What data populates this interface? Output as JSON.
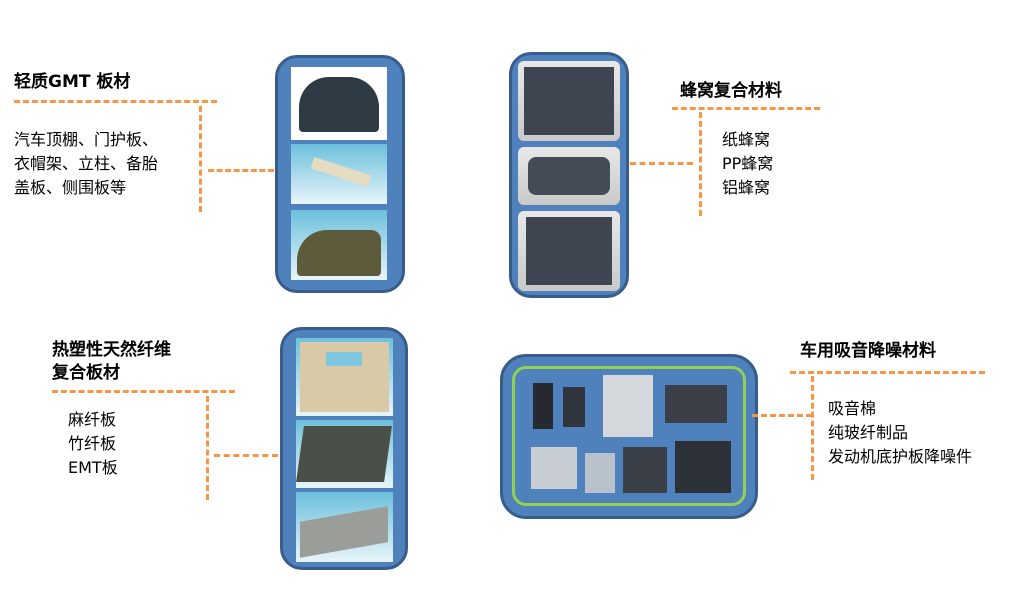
{
  "gmt": {
    "title": "轻质GMT 板材",
    "lines": [
      "汽车顶棚、门护板、",
      "衣帽架、立柱、备胎",
      "盖板、侧围板等"
    ]
  },
  "honeycomb": {
    "title": "蜂窝复合材料",
    "lines": [
      "纸蜂窝",
      "PP蜂窝",
      "铝蜂窝"
    ]
  },
  "natural_fiber": {
    "title_lines": [
      "热塑性天然纤维",
      "复合板材"
    ],
    "lines": [
      "麻纤板",
      "竹纤板",
      "EMT板"
    ]
  },
  "acoustic": {
    "title": "车用吸音降噪材料",
    "lines": [
      "吸音棉",
      "纯玻纤制品",
      "发动机底护板降噪件"
    ]
  },
  "colors": {
    "panel": "#4f81bd",
    "panel_border": "#385d8a",
    "dash": "#f79646",
    "inner_border": "#92d050"
  }
}
